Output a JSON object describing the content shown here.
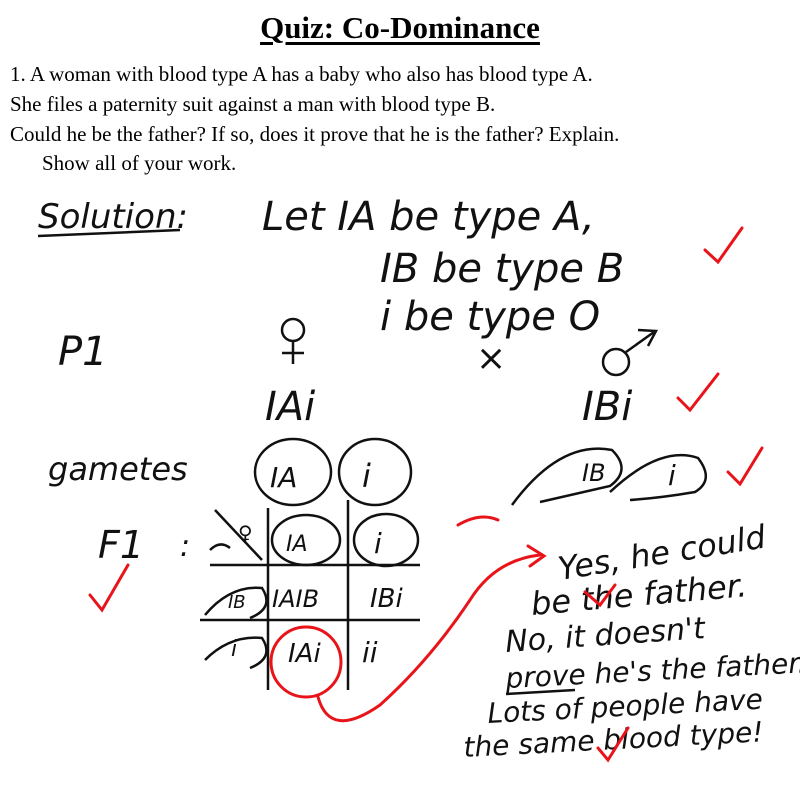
{
  "title": "Quiz:  Co-Dominance",
  "question": {
    "line1": "1.  A woman with blood type A has a baby who also has blood type A.",
    "line2": "She files a paternity suit against a man with blood type B.",
    "line3": "Could he be the father?  If so, does it prove that he is the father?  Explain.",
    "line4": "Show all of your work."
  },
  "solution": {
    "label": "Solution:",
    "def_a": "Let  IA  be  type A,",
    "def_b": "IB  be  type B",
    "def_o": "i  be  type O",
    "p1": "P1",
    "cross": "×",
    "mother_genotype": "IAi",
    "father_genotype": "IBi",
    "gametes": "gametes",
    "f1": "F1",
    "gamete_ia": "IA",
    "gamete_ib": "IB",
    "gamete_i": "i",
    "cell_ab": "IAIB",
    "cell_bi": "IBi",
    "cell_ai": "IAi",
    "cell_ii": "ii"
  },
  "answer": {
    "line1": "Yes, he could",
    "line2": "be the father.",
    "line3": "No, it doesn't",
    "line4": "prove he's the father.",
    "line5": "Lots of people have",
    "line6": "the same blood type!"
  },
  "colors": {
    "ink": "#111111",
    "check": "#e8141a"
  }
}
